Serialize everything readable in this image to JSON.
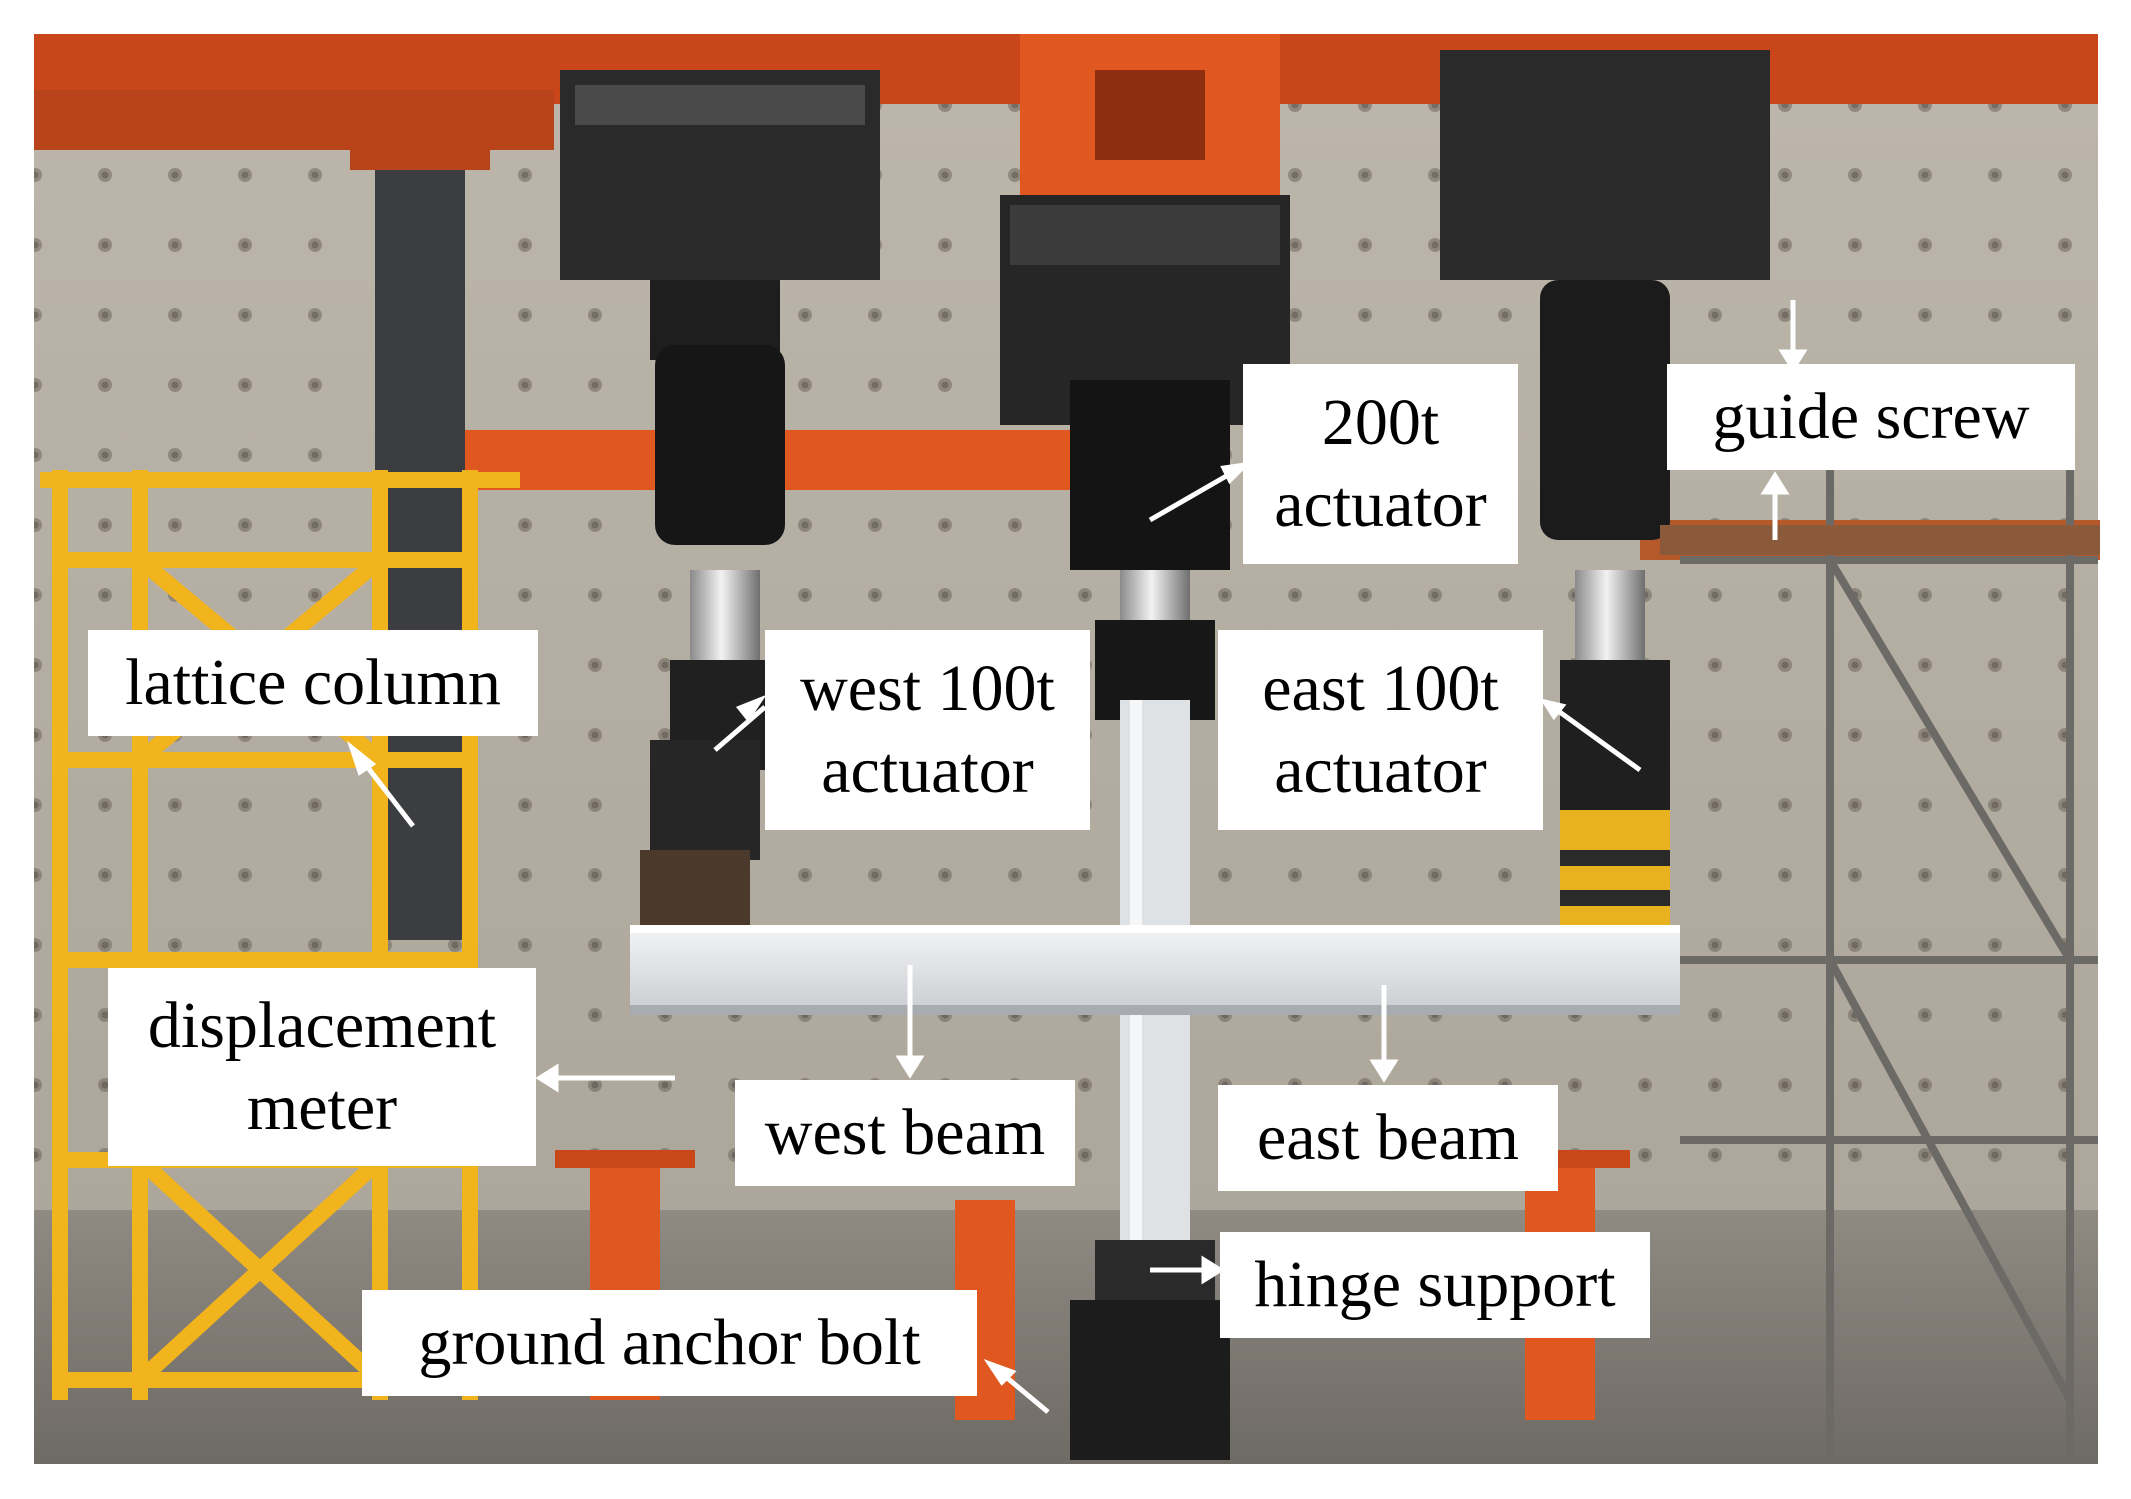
{
  "labels": {
    "lattice_column": "lattice column",
    "west_actuator": [
      "west 100t",
      "actuator"
    ],
    "actuator_200t": [
      "200t",
      "actuator"
    ],
    "east_actuator": [
      "east 100t",
      "actuator"
    ],
    "guide_screw": "guide screw",
    "displacement_meter": [
      "displacement",
      "meter"
    ],
    "west_beam": "west beam",
    "east_beam": "east beam",
    "hinge_support": "hinge support",
    "ground_anchor_bolt": "ground anchor bolt"
  },
  "colors": {
    "steel_frame_orange": "#d9531f",
    "lattice_yellow": "#f2b41c",
    "wall_concrete": "#c9c3b8",
    "specimen_white": "#e6e8ea",
    "actuator_black": "#1d1d1d",
    "arrow_white": "#ffffff"
  }
}
